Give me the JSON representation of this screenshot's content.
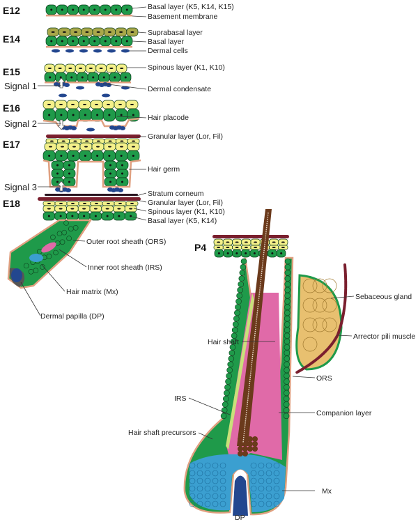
{
  "stages": {
    "e12": {
      "label": "E12",
      "labels": [
        "Basal layer (K5, K14, K15)",
        "Basement membrane"
      ]
    },
    "e14": {
      "label": "E14",
      "labels": [
        "Suprabasal layer",
        "Basal layer",
        "Dermal cells"
      ]
    },
    "e15": {
      "label": "E15",
      "labels": [
        "Spinous layer (K1, K10)",
        "Dermal condensate"
      ],
      "signal": "Signal 1"
    },
    "e16": {
      "label": "E16",
      "labels": [
        "Hair placode"
      ],
      "signal": "Signal 2"
    },
    "e17": {
      "label": "E17",
      "labels": [
        "Granular layer (Lor, Fil)",
        "Hair germ"
      ],
      "signal": "Signal 3"
    },
    "e18": {
      "label": "E18",
      "labels": [
        "Stratum corneum",
        "Granular layer (Lor, Fil)",
        "Spinous layer (K1, K10)",
        "Basal layer (K5, K14)",
        "Outer root sheath (ORS)",
        "Inner root sheath (IRS)",
        "Hair matrix (Mx)",
        "Dermal papilla (DP)"
      ]
    },
    "p4": {
      "label": "P4",
      "labels": [
        "Sebaceous gland",
        "Arrector pili muscle",
        "Hair shaft",
        "ORS",
        "IRS",
        "Companion layer",
        "Hair shaft precursors",
        "Mx",
        "DP"
      ]
    }
  },
  "colors": {
    "basal": "#1f9a4a",
    "suprabasal": "#a9a84a",
    "spinous": "#f4f08a",
    "granular": "#7a1f2e",
    "dermal": "#23478f",
    "membrane": "#e0a080",
    "irs": "#e06aa8",
    "matrix": "#3b9fd0",
    "shaft": "#6b3a1c",
    "sebaceous": "#e8c070"
  }
}
